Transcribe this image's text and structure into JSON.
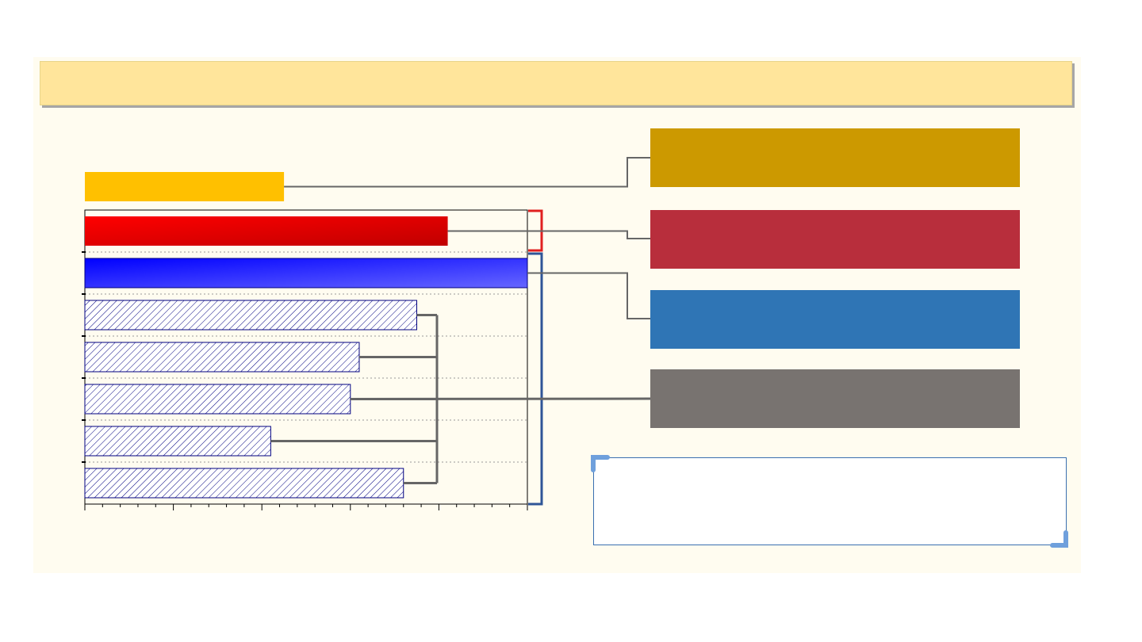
{
  "slide": {
    "title": "",
    "note": ""
  },
  "legend": {
    "items": [
      {
        "label": "",
        "color": "#cc9900"
      },
      {
        "label": "",
        "color": "#b82e3c"
      },
      {
        "label": "",
        "color": "#2f75b5"
      },
      {
        "label": "",
        "color": "#787370"
      }
    ]
  },
  "colors": {
    "slide_background": "#fffcf0",
    "title_bar": "#ffe59b",
    "reference_bar": "#ffc000",
    "red_bar_gradient": [
      "#ff0000",
      "#c00000"
    ],
    "blue_bar_gradient": [
      "#0000ff",
      "#6666ff"
    ],
    "hatched_bar_outline": "#000080",
    "red_bracket": "#e02020",
    "blue_bracket": "#2f5597",
    "connector": "#666666"
  },
  "chart_data": {
    "type": "bar",
    "orientation": "horizontal",
    "title": "",
    "xlabel": "",
    "ylabel": "",
    "xlim": [
      0,
      100
    ],
    "grid": true,
    "reference_value": 45,
    "bars": [
      {
        "value": 82,
        "style": "red-gradient",
        "group": "red"
      },
      {
        "value": 100,
        "style": "blue-gradient",
        "group": "blue"
      },
      {
        "value": 75,
        "style": "hatched",
        "group": "blue"
      },
      {
        "value": 62,
        "style": "hatched",
        "group": "blue"
      },
      {
        "value": 60,
        "style": "hatched",
        "group": "blue"
      },
      {
        "value": 42,
        "style": "hatched",
        "group": "blue"
      },
      {
        "value": 72,
        "style": "hatched",
        "group": "blue"
      }
    ]
  }
}
